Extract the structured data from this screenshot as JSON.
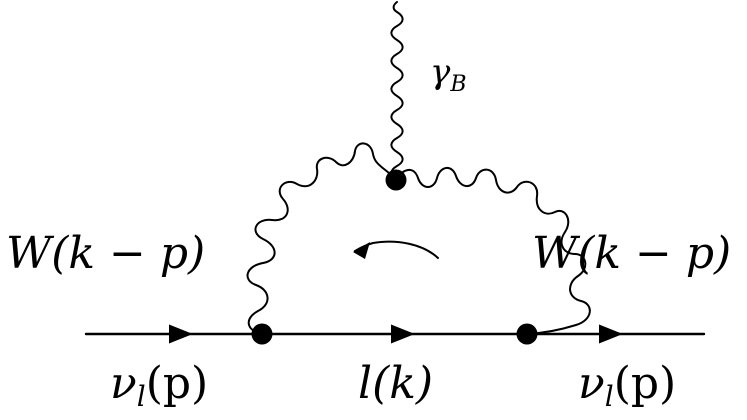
{
  "labels": {
    "photon": "γ",
    "photon_sub": "B",
    "w_left": "W(k − p)",
    "w_right": "W(k − p)",
    "neutrino_left": "ν",
    "neutrino_left_sub": "l",
    "neutrino_left_arg": "(p)",
    "lepton": "l(k)",
    "neutrino_right": "ν",
    "neutrino_right_sub": "l",
    "neutrino_right_arg": "(p)"
  },
  "icons": {
    "vertex": "filled-circle",
    "fermion_arrow": "triangle-arrow",
    "loop_arrow": "curved-arrow"
  }
}
